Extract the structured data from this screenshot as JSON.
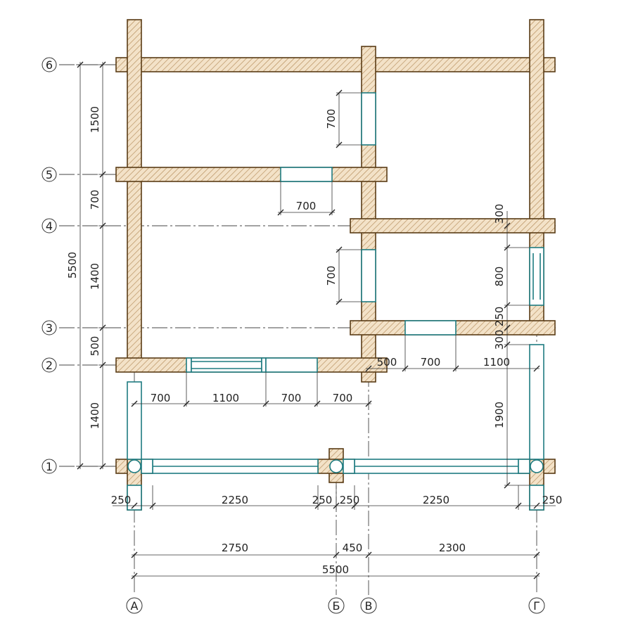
{
  "colors": {
    "wall_fill": "#f3e2c8",
    "wall_stroke": "#5a3c16",
    "wall_hatch": "#b48c5a",
    "opening": "#1e7b80",
    "axis_line": "#444444",
    "dim_line": "#333333"
  },
  "axes": {
    "horizontal": [
      "1",
      "2",
      "3",
      "4",
      "5",
      "6"
    ],
    "vertical": [
      "А",
      "Б",
      "В",
      "Г"
    ]
  },
  "dimensions": {
    "left_total": "5500",
    "left_chain": [
      "1400",
      "500",
      "1400",
      "700",
      "1500"
    ],
    "bottom_row1": [
      "250",
      "2250",
      "250",
      "250",
      "2250",
      "250"
    ],
    "bottom_row2": [
      "2750",
      "450",
      "2300"
    ],
    "bottom_total": "5500",
    "below_axis2": [
      "700",
      "1100",
      "700",
      "700"
    ],
    "right_of_axis2": [
      "500",
      "700",
      "1100"
    ],
    "opening_5_6": "700",
    "opening_axis5": "700",
    "opening_3_4": "700",
    "right_chain": [
      "300",
      "800",
      "250",
      "300",
      "1900"
    ]
  }
}
